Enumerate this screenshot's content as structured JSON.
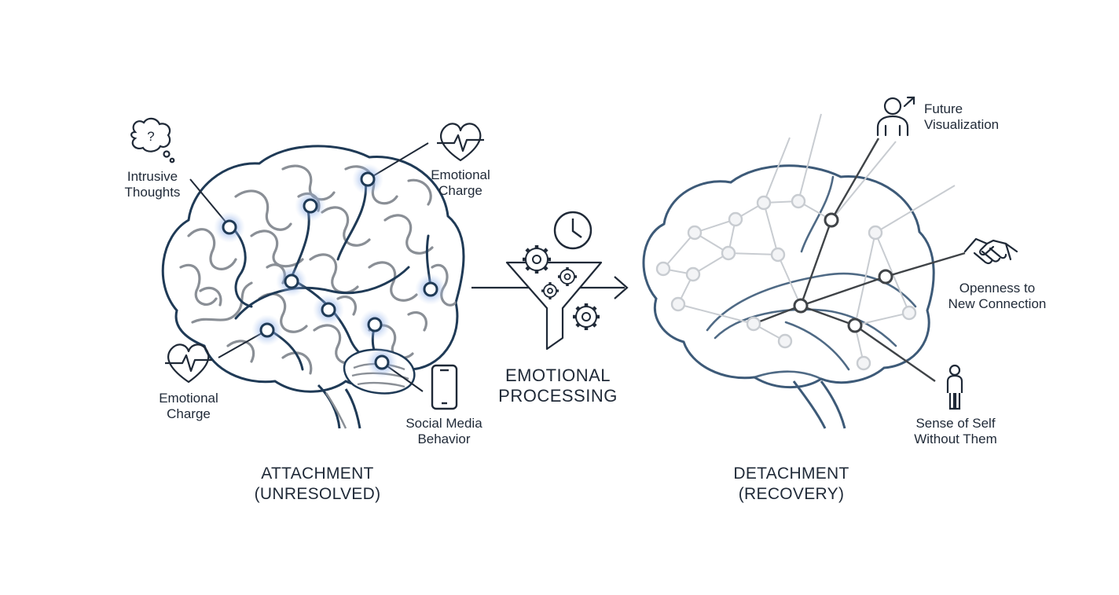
{
  "left_panel": {
    "title_line1": "ATTACHMENT",
    "title_line2": "(UNRESOLVED)",
    "labels": {
      "intrusive_line1": "Intrusive",
      "intrusive_line2": "Thoughts",
      "emotional_top_line1": "Emotional",
      "emotional_top_line2": "Charge",
      "emotional_bottom_line1": "Emotional",
      "emotional_bottom_line2": "Charge",
      "social_line1": "Social Media",
      "social_line2": "Behavior"
    }
  },
  "middle": {
    "title_line1": "EMOTIONAL",
    "title_line2": "PROCESSING"
  },
  "right_panel": {
    "title_line1": "DETACHMENT",
    "title_line2": "(RECOVERY)",
    "labels": {
      "future_line1": "Future",
      "future_line2": "Visualization",
      "openness_line1": "Openness to",
      "openness_line2": "New Connection",
      "self_line1": "Sense of Self",
      "self_line2": "Without Them"
    }
  },
  "colors": {
    "dark_navy": "#1f3a56",
    "steel_blue": "#3d5a78",
    "gray_groove": "#8a8f96",
    "glow_blue": "#6d8fd6",
    "light_gray": "#c8ccd1",
    "text": "#1f2937"
  },
  "icons": [
    "thought-bubble-icon",
    "heartbeat-icon",
    "phone-icon",
    "clock-icon",
    "gear-icon",
    "funnel-icon",
    "arrow-right-icon",
    "person-arrow-icon",
    "handshake-icon",
    "person-icon"
  ]
}
